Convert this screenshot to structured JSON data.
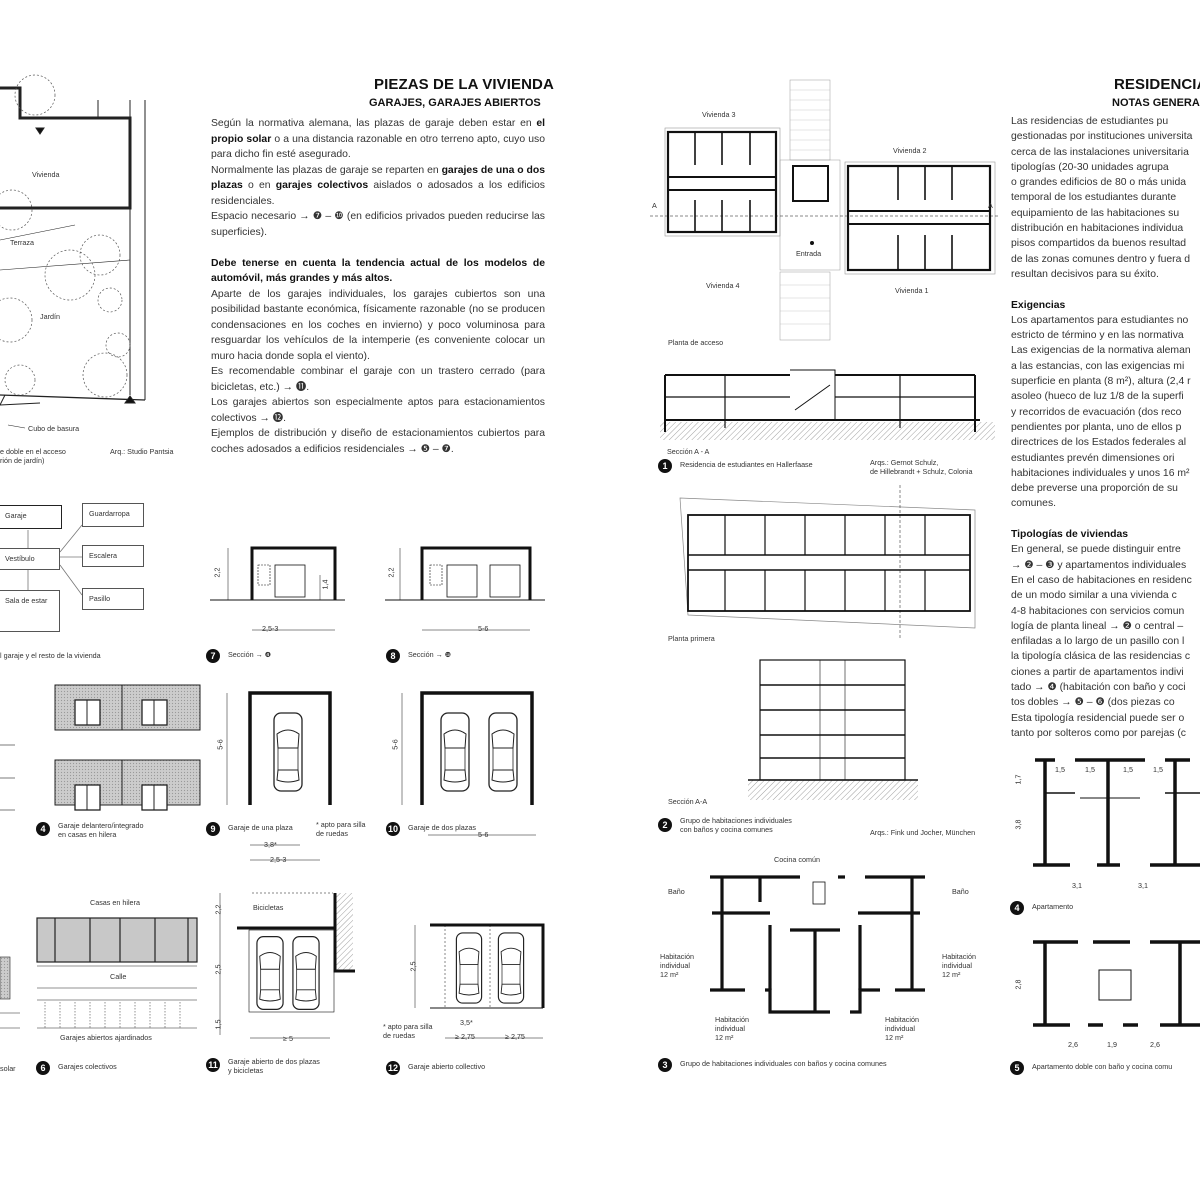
{
  "left_page": {
    "title": "PIEZAS DE LA VIVIENDA",
    "subtitle": "GARAJES, GARAJES ABIERTOS",
    "paragraphs": [
      {
        "gap": false,
        "segments": [
          {
            "t": "Según la normativa alemana, las plazas de garaje deben estar en "
          },
          {
            "t": "el propio solar",
            "b": true
          },
          {
            "t": " o a una distancia razonable en otro terreno apto, cuyo uso para dicho fin esté asegurado."
          }
        ]
      },
      {
        "gap": false,
        "segments": [
          {
            "t": "Normalmente las plazas de garaje se reparten en "
          },
          {
            "t": "garajes de una o dos plazas",
            "b": true
          },
          {
            "t": " o en "
          },
          {
            "t": "garajes colectivos",
            "b": true
          },
          {
            "t": " aislados o adosados a los edificios residenciales."
          }
        ]
      },
      {
        "gap": false,
        "segments": [
          {
            "t": "Espacio necesario → ❼ – ❿ (en edificios privados pueden reducirse las superficies)."
          }
        ]
      },
      {
        "gap": true,
        "segments": [
          {
            "t": "Debe tenerse en cuenta la tendencia actual de los modelos de automóvil, más grandes y más altos.",
            "b": true
          }
        ]
      },
      {
        "gap": false,
        "segments": [
          {
            "t": "Aparte de los garajes individuales, los garajes cubiertos son una posibilidad bastante económica, físicamente razonable (no se producen condensaciones en los coches en invierno) y poco voluminosa para resguardar los vehículos de la intemperie (es conveniente colocar un muro hacia donde sopla el viento)."
          }
        ]
      },
      {
        "gap": false,
        "segments": [
          {
            "t": "Es recomendable combinar el garaje con un trastero cerrado (para bicicletas, etc.) → ⓫."
          }
        ]
      },
      {
        "gap": false,
        "segments": [
          {
            "t": "Los garajes abiertos son especialmente aptos para estacionamientos colectivos → ⓬."
          }
        ]
      },
      {
        "gap": false,
        "segments": [
          {
            "t": "Ejemplos de distribución y diseño de estacionamientos cubiertos para coches adosados a edificios residenciales → ❺ – ❼."
          }
        ]
      }
    ],
    "site_plan": {
      "labels": {
        "vivienda": "Vivienda",
        "terraza": "Terraza",
        "jardin": "Jardín",
        "cubo": "Cubo de basura"
      },
      "caption_line1": "e doble en el acceso",
      "caption_line2": "rión de jardín)",
      "architect": "Arq.: Studio Pantsia"
    },
    "diagram": {
      "boxes": [
        "Garaje",
        "Guardarropa",
        "Vestíbulo",
        "Escalera",
        "Sala de estar",
        "Pasillo"
      ],
      "caption": "l garaje y el resto de la vivienda"
    },
    "figures": {
      "f7": {
        "num": "7",
        "caption": "Sección → ❹",
        "dims": [
          "2,2",
          "1,4",
          "2,5-3"
        ]
      },
      "f8": {
        "num": "8",
        "caption": "Sección → ❿",
        "dims": [
          "2,2",
          "5-6"
        ]
      },
      "f4": {
        "num": "4",
        "caption": "Garaje delantero/integrado\nen casas en hilera"
      },
      "f9": {
        "num": "9",
        "caption": "Garaje de una plaza",
        "dims": [
          "5-6",
          "3,8*",
          "2,5-3"
        ],
        "note": "* apto para silla\nde ruedas"
      },
      "f10": {
        "num": "10",
        "caption": "Garaje de dos plazas",
        "dims": [
          "5-6",
          "5-6"
        ]
      },
      "f6": {
        "num": "6",
        "caption": "Garajes colectivos",
        "labels": [
          "Casas en hilera",
          "Calle",
          "Garajes abiertos ajardinados"
        ],
        "partial": "solar"
      },
      "f11": {
        "num": "11",
        "caption": "Garaje abierto de dos plazas\ny bicicletas",
        "labels": [
          "Bicicletas"
        ],
        "dims": [
          "2,2",
          "2,5",
          "1,5",
          "≥ 5"
        ]
      },
      "f12": {
        "num": "12",
        "caption": "Garaje abierto collectivo",
        "dims": [
          "2,5",
          "3,5*",
          "≥ 2,75",
          "≥ 2,75"
        ],
        "note": "* apto para silla\nde ruedas"
      }
    }
  },
  "right_page": {
    "title": "RESIDENCIA",
    "subtitle": "NOTAS GENERA",
    "lines": [
      {
        "t": "Las residencias de estudiantes pu"
      },
      {
        "t": "gestionadas por instituciones universita"
      },
      {
        "t": "cerca de las instalaciones universitaria"
      },
      {
        "t": "tipologías (20-30 unidades agrupa"
      },
      {
        "t": "o grandes edificios de 80 o más unida"
      },
      {
        "t": "temporal de los  estudiantes durante"
      },
      {
        "t": "equipamiento de las habitaciones su"
      },
      {
        "t": "distribución en habitaciones individua"
      },
      {
        "t": "pisos compartidos da buenos resultad"
      },
      {
        "t": "de las zonas comunes dentro y fuera d"
      },
      {
        "t": "resultan decisivos para su éxito."
      },
      {
        "t": ""
      },
      {
        "t": "Exigencias",
        "b": true
      },
      {
        "t": "Los apartamentos para estudiantes no"
      },
      {
        "t": "estricto de término y en las normativa"
      },
      {
        "t": "Las exigencias de la normativa aleman"
      },
      {
        "t": "a las estancias, con las exigencias mi"
      },
      {
        "t": "superficie en planta (8 m²), altura (2,4 r"
      },
      {
        "t": "asoleo (hueco de luz 1/8 de la superfi"
      },
      {
        "t": "y recorridos de evacuación (dos reco"
      },
      {
        "t": "pendientes por planta, uno de ellos p"
      },
      {
        "t": "directrices de los Estados federales al"
      },
      {
        "t": "estudiantes prevén dimensiones ori"
      },
      {
        "t": "habitaciones individuales y unos 16 m²"
      },
      {
        "t": "debe preverse una proporción de su"
      },
      {
        "t": "comunes."
      },
      {
        "t": ""
      },
      {
        "t": "Tipologías de viviendas",
        "b": true
      },
      {
        "t": "En general, se puede distinguir entre"
      },
      {
        "t": "→ ❷ – ❸ y apartamentos individuales"
      },
      {
        "t": "En el caso de habitaciones en residenc"
      },
      {
        "t": "de un modo similar a una vivienda c"
      },
      {
        "t": "4-8 habitaciones con servicios comun"
      },
      {
        "t": "logía de planta lineal → ❷ o central –"
      },
      {
        "t": "enfiladas a lo largo de un pasillo con l"
      },
      {
        "t": "la tipología clásica de las residencias c"
      },
      {
        "t": "ciones a partir de apartamentos indivi"
      },
      {
        "t": "tado → ❹ (habitación con baño y coci"
      },
      {
        "t": "tos dobles → ❺ – ❻ (dos piezas co"
      },
      {
        "t": "Esta tipología residencial puede ser o"
      },
      {
        "t": "tanto por solteros como por parejas (c"
      }
    ],
    "plan_access": {
      "labels": [
        "Vivienda 3",
        "Vivienda 2",
        "Vivienda 4",
        "Vivienda 1",
        "Entrada",
        "A",
        "A"
      ],
      "caption": "Planta de acceso"
    },
    "section1": {
      "caption": "Sección A - A"
    },
    "f1": {
      "num": "1",
      "caption": "Residencia de estudiantes en Hallerfaase",
      "architect": "Arqs.: Gernot Schulz,\nde Hillebrandt + Schulz, Colonia"
    },
    "plan_first": {
      "caption": "Planta primera"
    },
    "section2": {
      "caption": "Sección A-A"
    },
    "f2": {
      "num": "2",
      "caption": "Grupo de habitaciones individuales\ncon baños y cocina comunes",
      "architect": "Arqs.: Fink und Jocher, München"
    },
    "f3": {
      "num": "3",
      "caption": "Grupo de habitaciones individuales con baños y cocina comunes",
      "labels": {
        "cocina": "Cocina común",
        "bano_l": "Baño",
        "bano_r": "Baño",
        "hab": "Habitación\nindividual\n12 m²"
      }
    },
    "f4": {
      "num": "4",
      "caption": "Apartamento",
      "dims": [
        "1,5",
        "1,5",
        "1,5",
        "1,5",
        "1,7",
        "3,8",
        "3,1",
        "3,1"
      ]
    },
    "f5": {
      "num": "5",
      "caption": "Apartamento doble con baño y cocina comu",
      "dims": [
        "2,8",
        "2,6",
        "1,9",
        "2,6"
      ]
    }
  }
}
